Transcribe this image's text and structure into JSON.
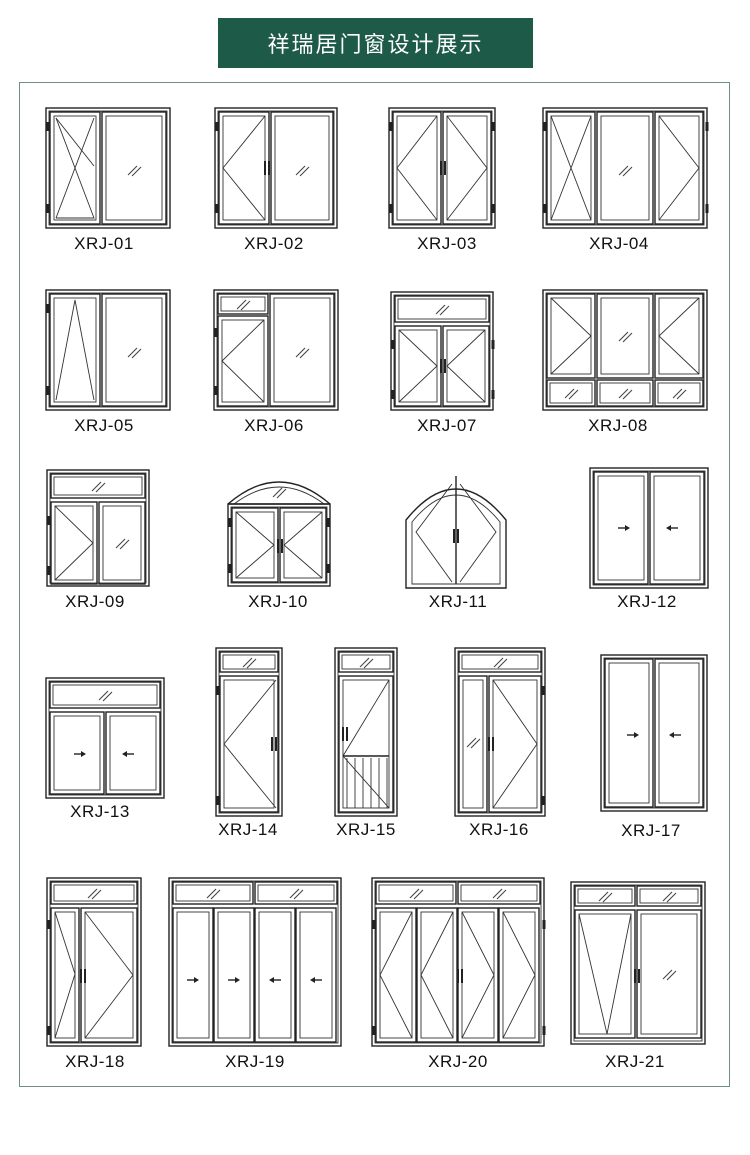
{
  "header": {
    "title": "祥瑞居门窗设计展示"
  },
  "colors": {
    "title_bg": "#1e5a48",
    "frame_border": "#6f8f86",
    "line": "#222222"
  },
  "items": [
    {
      "code": "XRJ-01"
    },
    {
      "code": "XRJ-02"
    },
    {
      "code": "XRJ-03"
    },
    {
      "code": "XRJ-04"
    },
    {
      "code": "XRJ-05"
    },
    {
      "code": "XRJ-06"
    },
    {
      "code": "XRJ-07"
    },
    {
      "code": "XRJ-08"
    },
    {
      "code": "XRJ-09"
    },
    {
      "code": "XRJ-10"
    },
    {
      "code": "XRJ-11"
    },
    {
      "code": "XRJ-12"
    },
    {
      "code": "XRJ-13"
    },
    {
      "code": "XRJ-14"
    },
    {
      "code": "XRJ-15"
    },
    {
      "code": "XRJ-16"
    },
    {
      "code": "XRJ-17"
    },
    {
      "code": "XRJ-18"
    },
    {
      "code": "XRJ-19"
    },
    {
      "code": "XRJ-20"
    },
    {
      "code": "XRJ-21"
    }
  ]
}
